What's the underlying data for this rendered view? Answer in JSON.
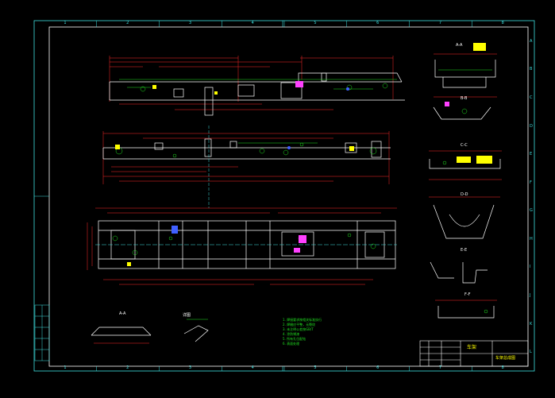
{
  "drawing": {
    "columns": [
      "1",
      "2",
      "3",
      "4",
      "5",
      "6",
      "7",
      "8"
    ],
    "rows": [
      "A",
      "B",
      "C",
      "D",
      "E",
      "F",
      "G",
      "H",
      "I",
      "J",
      "K",
      "L"
    ],
    "section_labels": [
      "A-A",
      "B-B",
      "C-C",
      "D-D",
      "E-E",
      "F-F",
      "A-A",
      "详图"
    ],
    "title_block": {
      "name": "车架",
      "code": "车架总成图"
    },
    "notes": [
      "1. 焊接要求按相关标准执行",
      "2. 焊缝应平整，无裂纹",
      "3. 未注明公差按GB/T",
      "4. 涂防锈漆",
      "5. 所有孔位配钻",
      "6. 表面处理"
    ],
    "colors": {
      "frame": "#3fe0e0",
      "outline": "#ffffff",
      "dimension": "#ff2a2a",
      "annotation": "#20e020",
      "accent": "#ffff00",
      "highlight": "#ff40ff",
      "hole": "#4060ff"
    }
  }
}
